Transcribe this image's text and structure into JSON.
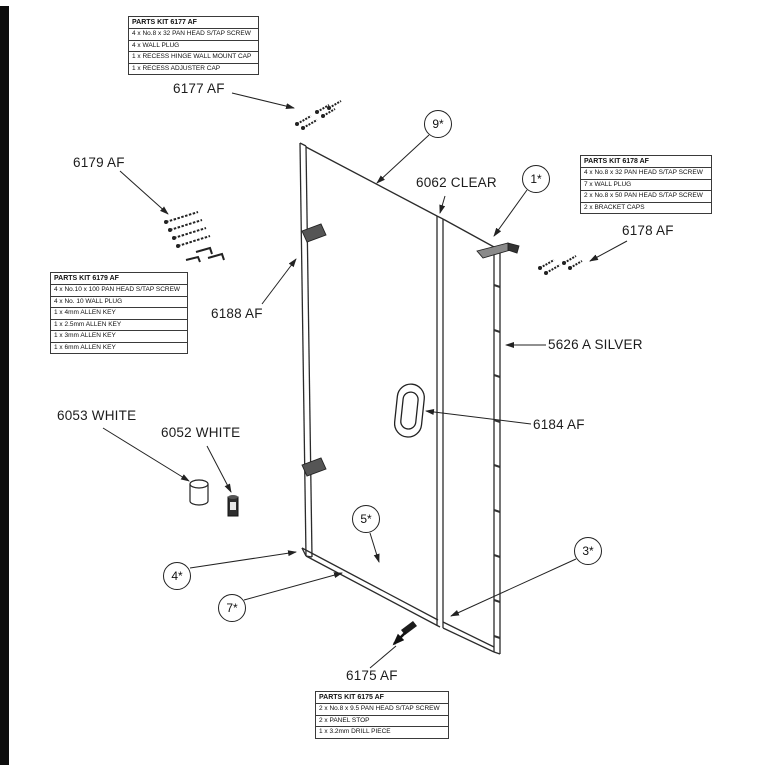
{
  "labels": {
    "l6177": "6177 AF",
    "l6179": "6179 AF",
    "l6188": "6188 AF",
    "l6062": "6062 CLEAR",
    "l6178": "6178 AF",
    "l5626": "5626 A SILVER",
    "l6184": "6184 AF",
    "l6053": "6053 WHITE",
    "l6052": "6052 WHITE",
    "l6175": "6175 AF"
  },
  "callouts": {
    "c9": "9*",
    "c1": "1*",
    "c5": "5*",
    "c4": "4*",
    "c7": "7*",
    "c3": "3*"
  },
  "kits": {
    "k6177": {
      "title": "PARTS KIT 6177 AF",
      "rows": [
        "4 x No.8 x 32 PAN HEAD S/TAP SCREW",
        "4 x WALL PLUG",
        "1 x RECESS HINGE WALL MOUNT CAP",
        "1 x RECESS ADJUSTER CAP"
      ]
    },
    "k6179": {
      "title": "PARTS KIT 6179 AF",
      "rows": [
        "4 x No.10 x 100 PAN HEAD S/TAP SCREW",
        "4 x No. 10 WALL PLUG",
        "1 x 4mm ALLEN KEY",
        "1 x 2.5mm ALLEN KEY",
        "1 x 3mm ALLEN KEY",
        "1 x 6mm ALLEN KEY"
      ]
    },
    "k6178": {
      "title": "PARTS KIT 6178 AF",
      "rows": [
        "4 x No.8 x 32 PAN HEAD S/TAP SCREW",
        "7 x WALL PLUG",
        "2 x No.8 x 50 PAN HEAD S/TAP SCREW",
        "2 x BRACKET CAPS"
      ]
    },
    "k6175": {
      "title": "PARTS KIT 6175 AF",
      "rows": [
        "2 x No.8 x 9.5 PAN HEAD S/TAP SCREW",
        "2 x PANEL STOP",
        "1 x 3.2mm DRILL PIECE"
      ]
    }
  },
  "colors": {
    "line": "#2b2b2b",
    "edge_bar": "#0d0d0d"
  }
}
